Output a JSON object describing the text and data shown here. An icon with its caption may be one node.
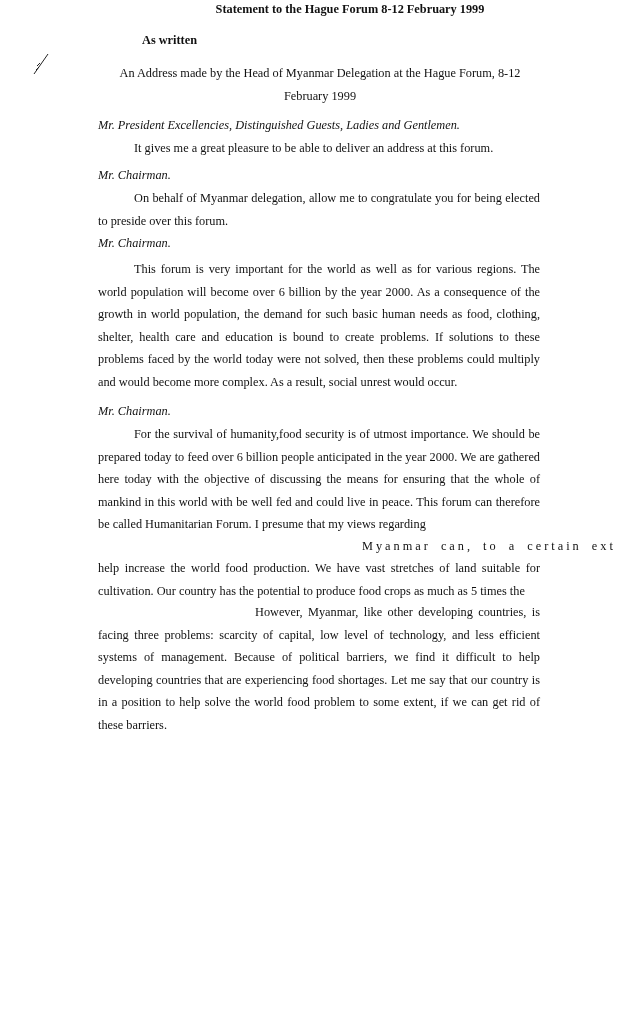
{
  "diagram": {
    "title": "Statement to the Hague Forum 8-12 February 1999",
    "labels": [
      "As written",
      "An Address made by the Head of Myanmar Delegation at the Hague Forum, 8-12 February 1999",
      "Mr. President Excellencies, Distinguished Guests, Ladies and Gentlemen.",
      "It gives me a great pleasure to be able to deliver an address at this forum.",
      "Mr. Chairman.",
      "On behalf of Myanmar delegation, allow me to congratulate you for being elected to preside over this forum.",
      "Mr. Chairman.",
      "This forum is very important for the world as well as for various regions. The world population will become over 6 billion by the year 2000. As a consequence of the growth in world population, the demand for such basic human needs as food, clothing, shelter, health care and education is bound to create problems. If solutions to these problems faced by the world today were not solved, then these problems could multiply and would become more complex. As a result, social unrest would occur.",
      "Mr. Chairman.",
      "For the survival of humanity,food security is of utmost importance. We should be prepared today to feed over 6 billion people anticipated in the year 2000. We are gathered here today with the objective of discussing the means for ensuring that the whole of mankind in this world with be well fed and could live in peace. This forum can therefore be called Humanitarian Forum. I presume that my views regarding",
      "Myanmar can, to a certain ext",
      "help increase the world food production. We have vast stretches of land suitable for cultivation. Our country has the potential to produce food crops as much as 5 times the",
      "However, Myanmar, like other developing countries, is facing three problems: scarcity of capital, low level of technology, and less efficient systems of management. Because of political barriers, we find it difficult to help developing countries that are experiencing food shortages. Let me say that our country is in a position to help solve the world food problem to some extent, if we can get rid of these barriers."
    ]
  }
}
